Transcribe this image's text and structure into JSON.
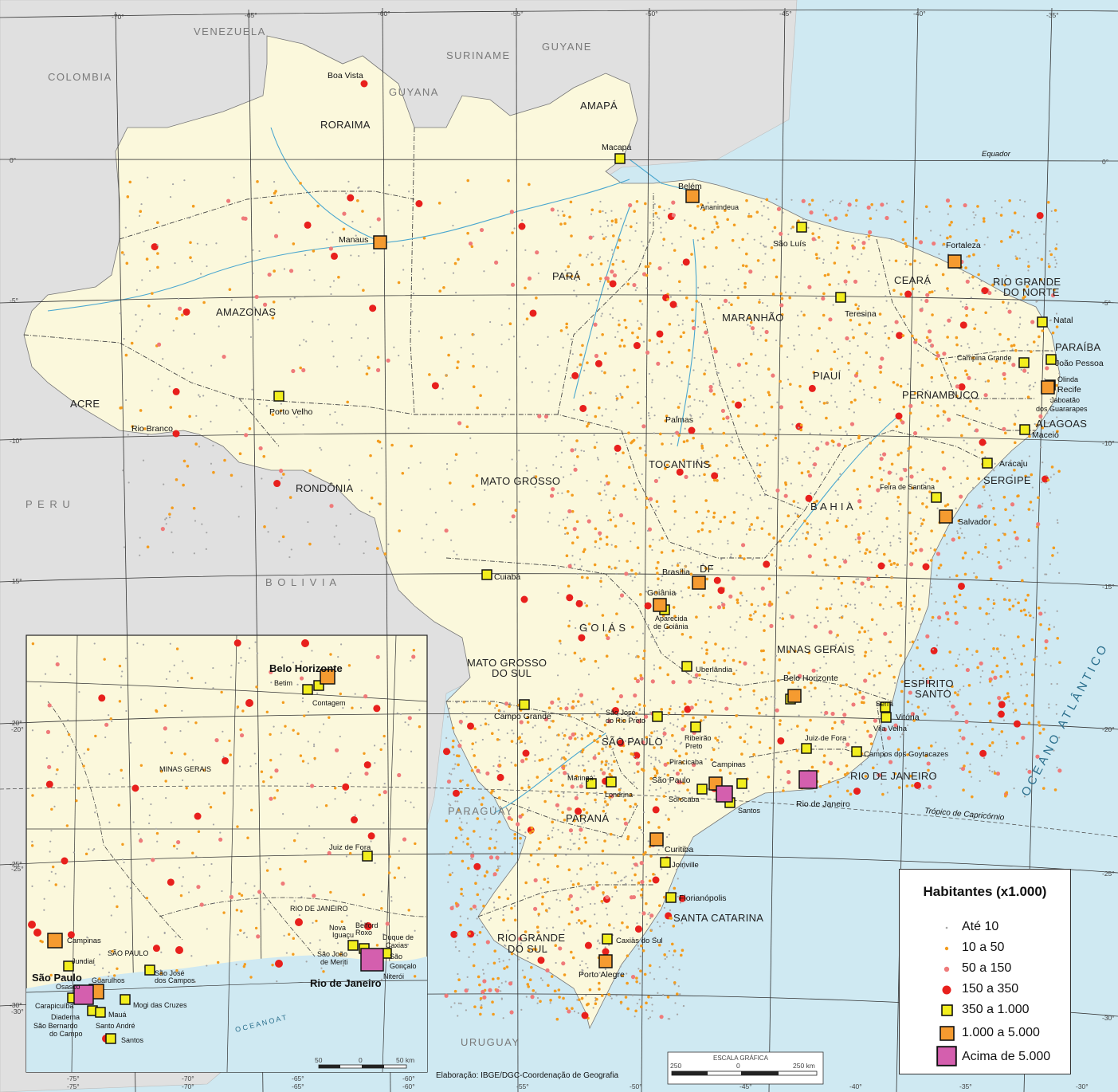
{
  "countries": {
    "venezuela": "VENEZUELA",
    "colombia": "COLOMBIA",
    "guyana": "GUYANA",
    "suriname": "SURINAME",
    "guyane": "GUYANE",
    "peru": "P E R U",
    "bolivia": "B O L I V I A",
    "paraguay": "PARAGUAY",
    "uruguay": "URUGUAY"
  },
  "states": {
    "roraima": "RORAIMA",
    "amapa": "AMAPÁ",
    "amazonas": "AMAZONAS",
    "para": "PARÁ",
    "maranhao": "MARANHÃO",
    "ceara": "CEARÁ",
    "rio_grande_do_norte_1": "RIO GRANDE",
    "rio_grande_do_norte_2": "DO NORTE",
    "paraiba": "PARAÍBA",
    "pernambuco": "PERNAMBUCO",
    "alagoas": "ALAGOAS",
    "sergipe": "SERGIPE",
    "piaui": "PIAUÍ",
    "bahia": "B A H I A",
    "acre": "ACRE",
    "rondonia": "RONDÔNIA",
    "mato_grosso": "MATO GROSSO",
    "tocantins": "TOCANTINS",
    "goias": "G O I Á S",
    "df": "DF",
    "minas_gerais": "MINAS GERAIS",
    "espirito_santo_1": "ESPÍRITO",
    "espirito_santo_2": "SANTO",
    "mato_grosso_do_sul_1": "MATO GROSSO",
    "mato_grosso_do_sul_2": "DO SUL",
    "sao_paulo": "SÃO PAULO",
    "rio_de_janeiro": "RIO DE JANEIRO",
    "parana": "PARANÁ",
    "santa_catarina": "SANTA CATARINA",
    "rio_grande_do_sul_1": "RIO GRANDE",
    "rio_grande_do_sul_2": "DO SUL"
  },
  "ocean": {
    "name": "OCEANO ATLÂNTICO",
    "equator": "Equador",
    "tropic": "Trópico de Capricórnio"
  },
  "cities": {
    "boa_vista": "Boa Vista",
    "macapa": "Macapá",
    "belem": "Belém",
    "ananindeua": "Ananindeua",
    "manaus": "Manaus",
    "sao_luis": "São Luís",
    "fortaleza": "Fortaleza",
    "teresina": "Teresina",
    "natal": "Natal",
    "campina_grande": "Campina Grande",
    "joao_pessoa": "João Pessoa",
    "olinda": "Olinda",
    "recife": "Recife",
    "jaboatao_1": "Jaboatão",
    "jaboatao_2": "dos Guararapes",
    "maceio": "Maceió",
    "aracaju": "Aracaju",
    "feira_de_santana": "Feira de Santana",
    "salvador": "Salvador",
    "porto_velho": "Porto Velho",
    "rio_branco": "Rio Branco",
    "palmas": "Palmas",
    "cuiaba": "Cuiabá",
    "brasilia": "Brasília",
    "goiania": "Goiânia",
    "aparecida_1": "Aparecida",
    "aparecida_2": "de Goiânia",
    "uberlandia": "Uberlândia",
    "belo_horizonte": "Belo Horizonte",
    "serra": "Serra",
    "vitoria": "Vitória",
    "vila_velha": "Vila Velha",
    "juiz_de_fora": "Juiz de Fora",
    "campos": "Campos dos Goytacazes",
    "campo_grande": "Campo Grande",
    "sjrp_1": "São José",
    "sjrp_2": "do Rio Preto",
    "ribeirao_1": "Ribeirão",
    "ribeirao_2": "Preto",
    "piracicaba": "Piracicaba",
    "campinas": "Campinas",
    "sao_paulo": "São Paulo",
    "sorocaba": "Sorocaba",
    "santos": "Santos",
    "rio_de_janeiro": "Rio de Janeiro",
    "maringa": "Maringá",
    "londrina": "Londrina",
    "curitiba": "Curitiba",
    "joinville": "Joinville",
    "florianopolis": "Florianópolis",
    "caxias_do_sul": "Caxias do Sul",
    "porto_alegre": "Porto Alegre"
  },
  "inset": {
    "belo_horizonte": "Belo Horizonte",
    "betim": "Betim",
    "contagem": "Contagem",
    "minas_gerais": "MINAS GERAIS",
    "juiz_de_fora": "Juiz de Fora",
    "rio_de_janeiro_state": "RIO DE JANEIRO",
    "sao_paulo_state": "SÃO PAULO",
    "campinas": "Campinas",
    "jundiai": "Jundiaí",
    "sao_jose_1": "São José",
    "sao_jose_2": "dos Campos",
    "sao_paulo": "São Paulo",
    "osasco": "Osasco",
    "guarulhos": "Guarulhos",
    "carapicuiba": "Carapicuíba",
    "diadema": "Diadema",
    "maua": "Mauá",
    "mogi": "Mogi das Cruzes",
    "sbc_1": "São Bernardo",
    "sbc_2": "do Campo",
    "santo_andre": "Santo André",
    "santos": "Santos",
    "nova_iguacu_1": "Nova",
    "nova_iguacu_2": "Iguaçu",
    "belford_roxo_1": "Belford",
    "belford_roxo_2": "Roxo",
    "duque_1": "Duque de",
    "duque_2": "Caxias",
    "sao_joao_1": "São João",
    "sao_joao_2": "de Meriti",
    "sao_goncalo_1": "São",
    "sao_goncalo_2": "Gonçalo",
    "niteroi": "Niterói",
    "rio_de_janeiro": "Rio de Janeiro",
    "oceano": "O C E A N O   A T",
    "scale_50": "50",
    "scale_0": "0",
    "scale_50km": "50 km"
  },
  "ticks": {
    "lon_top": [
      "-70°",
      "-65°",
      "-60°",
      "-55°",
      "-50°",
      "-45°",
      "-40°",
      "-35°"
    ],
    "lat_left": [
      "0°",
      "-5°",
      "-10°",
      "-15°",
      "-20°",
      "-25°",
      "-30°"
    ],
    "lat_right": [
      "0°",
      "-5°",
      "-10°",
      "-15°",
      "-20°",
      "-25°",
      "-30°"
    ],
    "lon_bottom": [
      "-75°",
      "-70°",
      "-65°",
      "-60°",
      "-55°",
      "-50°",
      "-45°",
      "-40°",
      "-35°",
      "-30°"
    ],
    "inset_lat": [
      "-20°",
      "-25°",
      "-30°"
    ],
    "inset_lon": [
      "-75°",
      "-70°",
      "-65°",
      "-60°"
    ]
  },
  "scale": {
    "title": "ESCALA GRÁFICA",
    "left": "250",
    "zero": "0",
    "right": "250 km"
  },
  "credit": "Elaboração: IBGE/DGC-Coordenação de Geografia",
  "legend": {
    "title": "Habitantes (x1.000)",
    "items": [
      {
        "label": "Até 10",
        "color": "#a6a6a6",
        "symbol": "tiny-dot"
      },
      {
        "label": "10 a 50",
        "color": "#f39c1e",
        "symbol": "small-dot"
      },
      {
        "label": "50 a 150",
        "color": "#ef7a7a",
        "symbol": "medium-dot"
      },
      {
        "label": "150 a 350",
        "color": "#e8201d",
        "symbol": "large-dot"
      },
      {
        "label": "350 a 1.000",
        "color": "#f2ee1e",
        "symbol": "small-square"
      },
      {
        "label": "1.000 a 5.000",
        "color": "#f59b30",
        "symbol": "medium-square"
      },
      {
        "label": "Acima de 5.000",
        "color": "#d45fae",
        "symbol": "large-square"
      }
    ]
  },
  "colors": {
    "brazil_land": "#fbf8dc",
    "foreign_land": "#e0e0e0",
    "ocean": "#cfe9f2",
    "rivers": "#4aa7cf"
  }
}
